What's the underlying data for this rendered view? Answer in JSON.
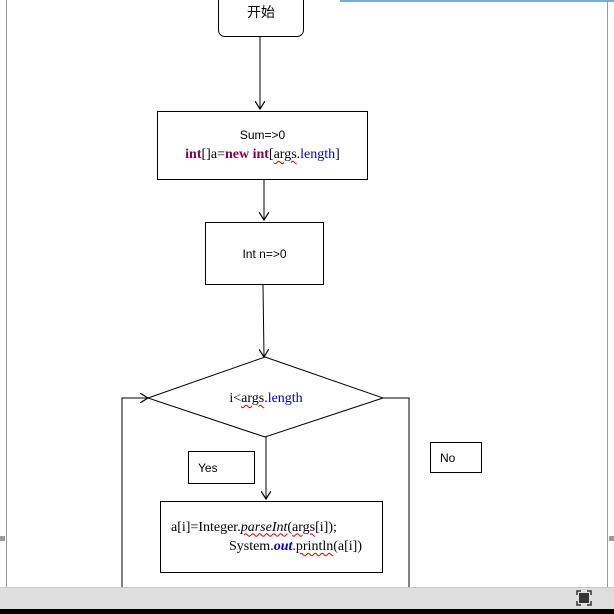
{
  "flowchart": {
    "start": {
      "label": "开始"
    },
    "init_box": {
      "line1": "Sum=>0",
      "line2": {
        "kw_int": "int",
        "brackets": "[]a=",
        "kw_new": "new",
        "space": " ",
        "kw_int_2": "int",
        "open": "[",
        "args": "args",
        "dot": ".",
        "length": "length",
        "close": "]"
      }
    },
    "counter_box": {
      "label": "Int n=>0"
    },
    "condition": {
      "prefix": "i<",
      "args": "args",
      "dot": ".",
      "length": "length"
    },
    "branch_labels": {
      "yes": "Yes",
      "no": "No"
    },
    "process_box": {
      "line1": {
        "part1": "a[i]=Integer.",
        "parse_int": "parseInt",
        "open": "(",
        "args": "args",
        "close": "[i]);"
      },
      "line2": {
        "system": "System.",
        "out": "out",
        "dot": ".",
        "println": "println",
        "close": "(a[i])"
      }
    },
    "colors": {
      "keyword": "#7f0055",
      "field": "#0000c0",
      "spellcheck": "#d00000",
      "selection": "#7fa7d8"
    }
  },
  "toolbar": {
    "fit_icon": "fit-to-window-icon"
  }
}
